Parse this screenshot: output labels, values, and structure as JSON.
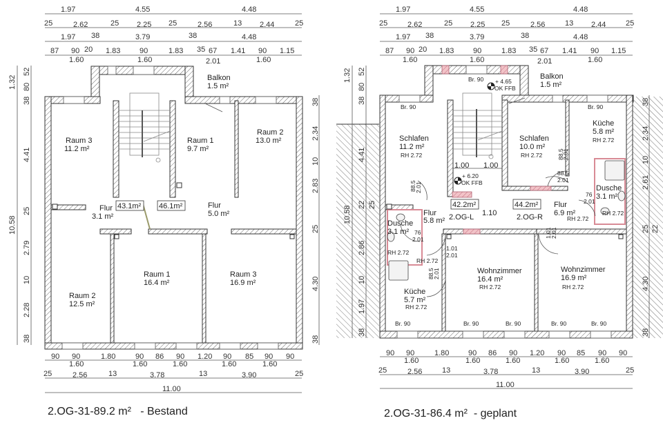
{
  "colors": {
    "wall_hatch": "#555555",
    "new_wall": "#e8a0a8",
    "wet_area": "#d88a95",
    "handrail": "#9a9a6a"
  },
  "titles": {
    "left": "2.OG-31-89.2 m²   - Bestand",
    "right": "2.OG-31-86.4 m²  - geplant"
  },
  "dims_top": {
    "row1": [
      "1.97",
      "4.55",
      "4.48"
    ],
    "row2": [
      "25",
      "2.62",
      "25",
      "2.25",
      "25",
      "2.56",
      "13",
      "2.44",
      "25"
    ],
    "row3": [
      "1.97",
      "38",
      "3.79",
      "38",
      "4.48"
    ],
    "row4_top": [
      "87",
      "90",
      "20",
      "1.83",
      "90",
      "1.83",
      "35",
      "67",
      "1.41",
      "90",
      "1.15"
    ],
    "row4_bottom": [
      "1.60",
      "1.60",
      "2.01",
      "1.60"
    ]
  },
  "dims_bottom": {
    "row1_top": [
      "90",
      "90",
      "1.80",
      "90",
      "86",
      "90",
      "1.20",
      "90",
      "85",
      "90",
      "90"
    ],
    "row1_bottom": [
      "1.60",
      "1.60",
      "1.60",
      "1.60",
      "1.60"
    ],
    "row2": [
      "25",
      "2.56",
      "13",
      "3.78",
      "13",
      "3.90",
      "25"
    ],
    "total": "11.00"
  },
  "dims_left": {
    "total": "10.58",
    "outer": [
      "1.32"
    ],
    "inner": [
      "52",
      "80",
      "38",
      "4.41",
      "25",
      "2.79",
      "10",
      "2.28",
      "38"
    ]
  },
  "dims_left_right_plan": {
    "total": "10.58",
    "outer": [
      "1.32"
    ],
    "inner": [
      "52",
      "80",
      "38",
      "4.41",
      "22",
      "25",
      "2.86",
      "10",
      "1.97",
      "38"
    ]
  },
  "dims_right_left_plan": [
    "38",
    "2.34",
    "10",
    "2.83",
    "25",
    "4.30",
    "38"
  ],
  "dims_right_right_plan": [
    "38",
    "2.34",
    "10",
    "2.61",
    "25",
    "22",
    "4.30",
    "38"
  ],
  "bestand": {
    "rooms": [
      {
        "name": "Raum 3",
        "area": "11.2 m²"
      },
      {
        "name": "Raum 1",
        "area": "9.7 m²"
      },
      {
        "name": "Raum 2",
        "area": "13.0 m²"
      },
      {
        "name": "Balkon",
        "area": "1.5 m²"
      },
      {
        "name": "Flur",
        "area": "3.1 m²"
      },
      {
        "name": "Flur",
        "area": "5.0 m²"
      },
      {
        "name": "Raum 2",
        "area": "12.5 m²"
      },
      {
        "name": "Raum 1",
        "area": "16.4 m²"
      },
      {
        "name": "Raum 3",
        "area": "16.9 m²"
      }
    ],
    "unit_areas": [
      "43.1m²",
      "46.1m²"
    ]
  },
  "geplant": {
    "rooms": [
      {
        "name": "Schlafen",
        "area": "11.2 m²",
        "rh": "RH 2.72"
      },
      {
        "name": "Schlafen",
        "area": "10.0 m²",
        "rh": "RH 2.72"
      },
      {
        "name": "Küche",
        "area": "5.8 m²",
        "rh": "RH 2.72"
      },
      {
        "name": "Balkon",
        "area": "1.5 m²"
      },
      {
        "name": "Flur",
        "area": "5.8 m²"
      },
      {
        "name": "Flur",
        "area": "6.9 m²",
        "rh": "RH 2.72"
      },
      {
        "name": "Dusche",
        "area": "3.1 m²",
        "rh": "RH 2.72"
      },
      {
        "name": "Dusche",
        "area": "3.1 m²",
        "rh": "RH 2.72"
      },
      {
        "name": "Küche",
        "area": "5.7 m²",
        "rh": "RH 2.72"
      },
      {
        "name": "Wohnzimmer",
        "area": "16.4 m²",
        "rh": "RH 2.72"
      },
      {
        "name": "Wohnzimmer",
        "area": "16.9 m²",
        "rh": "RH 2.72"
      }
    ],
    "flur_rh": "RH 2.72",
    "units": [
      {
        "area": "42.2m²",
        "name": "2.OG-L"
      },
      {
        "area": "44.2m²",
        "name": "2.OG-R"
      }
    ],
    "windows": "Br. 90",
    "levels": [
      {
        "value": "+ 4.65",
        "label": "OK FFB"
      },
      {
        "value": "+ 6.20",
        "label": "OK FFB"
      }
    ],
    "stair_dims": [
      "1.00",
      "1.00",
      "1.10"
    ],
    "doors": [
      {
        "w": "88.5",
        "h": "2.01"
      },
      {
        "w": "88.5",
        "h": "2.01"
      },
      {
        "w": "88.5",
        "h": "2.01"
      },
      {
        "w": "76",
        "h": "2.01"
      },
      {
        "w": "76",
        "h": "2.01"
      },
      {
        "w": "1.01",
        "h": "2.01"
      },
      {
        "w": "1.01",
        "h": "2.01"
      },
      {
        "w": "88.5",
        "h": "2.01"
      }
    ]
  }
}
